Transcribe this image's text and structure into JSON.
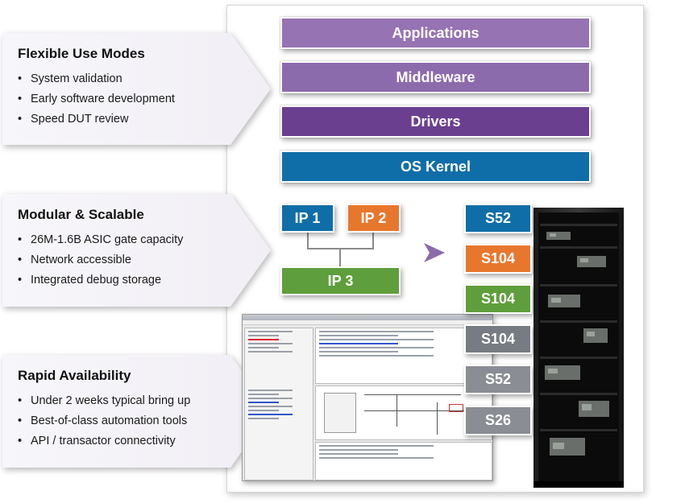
{
  "callouts": [
    {
      "title": "Flexible Use Modes",
      "items": [
        "System validation",
        "Early software development",
        "Speed DUT review"
      ]
    },
    {
      "title": "Modular & Scalable",
      "items": [
        "26M-1.6B ASIC gate capacity",
        "Network accessible",
        "Integrated debug storage"
      ]
    },
    {
      "title": "Rapid Availability",
      "items": [
        "Under 2 weeks typical bring up",
        "Best-of-class automation tools",
        "API / transactor connectivity"
      ]
    }
  ],
  "stack": [
    {
      "label": "Applications",
      "color": "#9673b3"
    },
    {
      "label": "Middleware",
      "color": "#8c6bad"
    },
    {
      "label": "Drivers",
      "color": "#6b3f8f"
    },
    {
      "label": "OS Kernel",
      "color": "#0f6ea8"
    }
  ],
  "ip": [
    {
      "label": "IP 1",
      "color": "#0f6ea8"
    },
    {
      "label": "IP 2",
      "color": "#e8772e"
    },
    {
      "label": "IP 3",
      "color": "#5f9e3c"
    }
  ],
  "systems": [
    {
      "label": "S52",
      "color": "#0f6ea8"
    },
    {
      "label": "S104",
      "color": "#e8772e"
    },
    {
      "label": "S104",
      "color": "#5f9e3c"
    },
    {
      "label": "S104",
      "color": "#777b82"
    },
    {
      "label": "S52",
      "color": "#8a8d93"
    },
    {
      "label": "S26",
      "color": "#8a8d93"
    }
  ],
  "arrow_color": "#8c6bad"
}
